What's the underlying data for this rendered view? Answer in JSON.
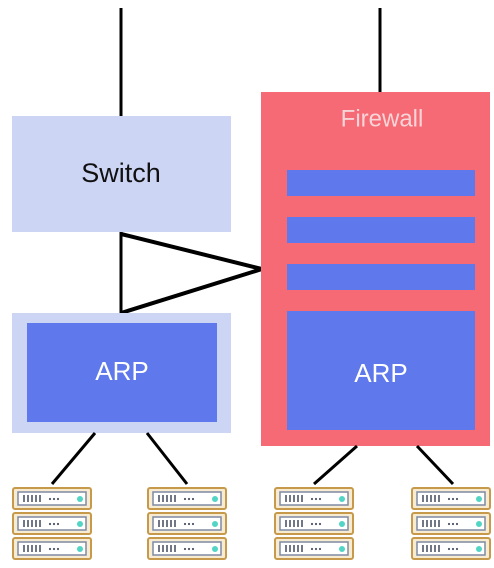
{
  "colors": {
    "switch_fill": "#cdd5f5",
    "arp_fill": "#5f79ec",
    "firewall_fill": "#f56a74",
    "line": "#000000",
    "switch_text": "#111111",
    "firewall_title_text": "#f7d4d7",
    "arp_text": "#ffffff"
  },
  "switch": {
    "label": "Switch"
  },
  "switch_arp": {
    "label": "ARP"
  },
  "firewall": {
    "title": "Firewall",
    "rule_count": 3
  },
  "firewall_arp": {
    "label": "ARP"
  },
  "servers": [
    {
      "icon": "server-rack-icon"
    },
    {
      "icon": "server-rack-icon"
    },
    {
      "icon": "server-rack-icon"
    },
    {
      "icon": "server-rack-icon"
    }
  ]
}
